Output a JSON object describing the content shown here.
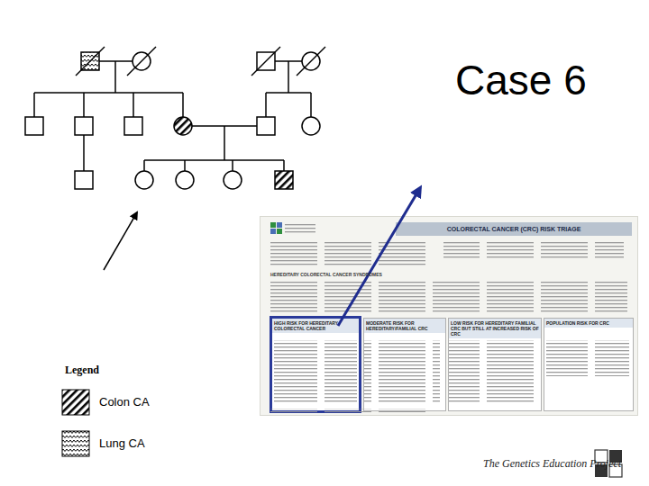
{
  "diagram": {
    "title": "Case 6",
    "nodes": [
      {
        "text": [
          "COLORECTAL CANCER (CRC) RISK TRIAGE"
        ]
      },
      {
        "text": [
          "HIGH RISK FOR HEREDITARY COLORECTAL CANCER"
        ],
        "in": 0
      },
      {
        "text": [
          "MODERATE RISK FOR HEREDITARY/FAMILIAL CRC"
        ],
        "in": 0
      },
      {
        "text": [
          "LOW RISK FOR HEREDITARY FAMILIAL CRC BUT STILL AT INCREASED RISK OF CRC"
        ],
        "in": 0
      },
      {
        "text": [
          "POPULATION RISK FOR CRC"
        ],
        "in": 0
      }
    ],
    "labels": [
      "Legend",
      "HEREDITARY COLORECTAL CANCER SYNDROMES",
      "The Genetics Education Project"
    ],
    "legend": [
      {
        "text": "Colon CA"
      },
      {
        "text": "Lung CA"
      }
    ]
  }
}
